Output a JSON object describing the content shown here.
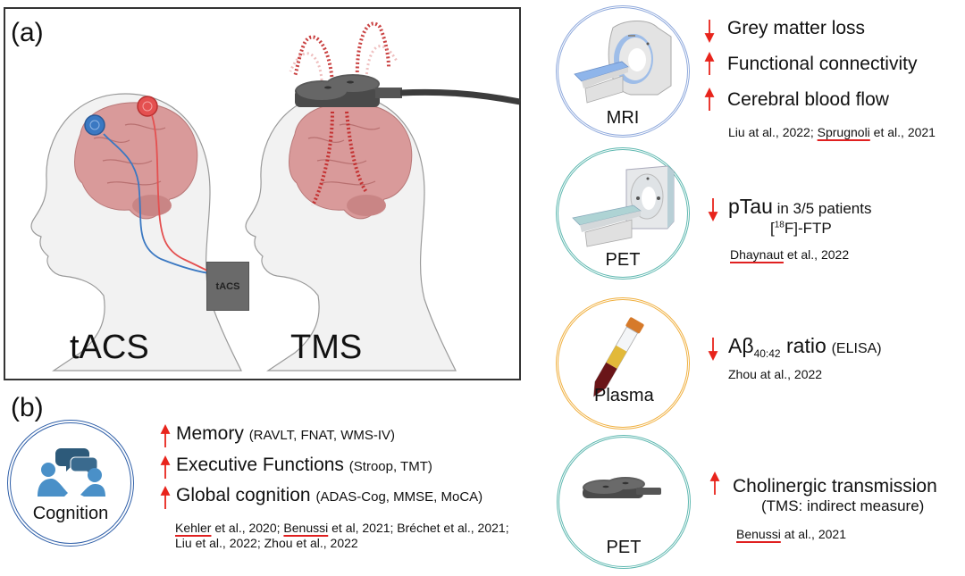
{
  "panel_a": {
    "label": "(a)",
    "methods": [
      {
        "id": "tacs",
        "label": "tACS",
        "device_label": "tACS"
      },
      {
        "id": "tms",
        "label": "TMS"
      }
    ]
  },
  "panel_b": {
    "label": "(b)",
    "cognition": {
      "circle_label": "Cognition",
      "circle_color": "#2f5fa8",
      "findings": [
        {
          "direction": "up",
          "main": "Memory",
          "detail": "(RAVLT, FNAT, WMS-IV)"
        },
        {
          "direction": "up",
          "main": "Executive Functions",
          "detail": "(Stroop, TMT)"
        },
        {
          "direction": "up",
          "main": "Global cognition",
          "detail": "(ADAS-Cog, MMSE, MoCA)"
        }
      ],
      "citations_line1": [
        {
          "text": "Kehler",
          "underlined": true
        },
        {
          "text": " et al., 2020; ",
          "underlined": false
        },
        {
          "text": "Benussi",
          "underlined": true
        },
        {
          "text": " et al, 2021; Bréchet et al., 2021;",
          "underlined": false
        }
      ],
      "citations_line2": "Liu et al., 2022; Zhou et al., 2022"
    }
  },
  "biomarkers": [
    {
      "id": "mri",
      "circle_label": "MRI",
      "circle_color": "#8fa9dc",
      "findings": [
        {
          "direction": "down",
          "text": "Grey matter loss"
        },
        {
          "direction": "up",
          "text": "Functional connectivity"
        },
        {
          "direction": "up",
          "text": "Cerebral blood flow"
        }
      ],
      "citation": [
        {
          "text": "Liu at al., 2022; ",
          "underlined": false
        },
        {
          "text": "Sprugnoli",
          "underlined": true
        },
        {
          "text": " et al., 2021",
          "underlined": false
        }
      ]
    },
    {
      "id": "pet-tau",
      "circle_label": "PET",
      "circle_color": "#5fb8b0",
      "findings": [
        {
          "direction": "down",
          "main": "pTau",
          "detail": " in 3/5 patients",
          "tracer_pre": "[",
          "tracer_sup": "18",
          "tracer_post": "F]-FTP"
        }
      ],
      "citation": [
        {
          "text": "Dhaynaut",
          "underlined": true
        },
        {
          "text": " et al., 2022",
          "underlined": false
        }
      ]
    },
    {
      "id": "plasma",
      "circle_label": "Plasma",
      "circle_color": "#f0b040",
      "findings": [
        {
          "direction": "down",
          "main": "Aβ",
          "subscript": "40:42",
          "rest": " ratio",
          "detail": "(ELISA)"
        }
      ],
      "citation": [
        {
          "text": "Zhou at al., 2022",
          "underlined": false
        }
      ]
    },
    {
      "id": "pet-tms",
      "circle_label": "PET",
      "circle_color": "#5fb8b0",
      "findings": [
        {
          "direction": "up",
          "text": "Cholinergic transmission",
          "detail": "(TMS: indirect measure)"
        }
      ],
      "citation": [
        {
          "text": "Benussi",
          "underlined": true
        },
        {
          "text": " at al., 2021",
          "underlined": false
        }
      ]
    }
  ],
  "colors": {
    "arrow": "#e8241c",
    "underline": "#e02020",
    "brain": "#d99a9a",
    "electrode_blue": "#3a78c2",
    "electrode_red": "#e45050",
    "tms_coil": "#555555"
  }
}
